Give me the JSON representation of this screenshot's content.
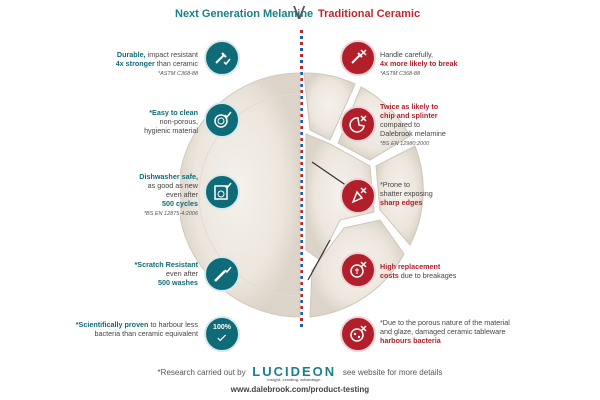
{
  "header": {
    "left_title": "Next Generation Melamine",
    "right_title": "Traditional Ceramic",
    "divider": "V"
  },
  "left_items": [
    {
      "bold": "Durable,",
      "line1_rest": " impact resistant",
      "bold2": "4x stronger",
      "line2_rest": " than ceramic",
      "note": "*ASTM C368-88",
      "icon": "hammer-check-icon"
    },
    {
      "bold": "*Easy to clean",
      "line2": "non-porous,",
      "line3": "hygienic material",
      "icon": "plate-check-icon"
    },
    {
      "bold": "Dishwasher safe,",
      "line2": "as good as new",
      "line3": "even after",
      "bold2": "500 cycles",
      "note": "*BS EN 12875-4:2006",
      "icon": "dishwasher-check-icon"
    },
    {
      "bold": "*Scratch Resistant",
      "line2": "even after",
      "bold2": "500 washes",
      "icon": "knife-check-icon"
    },
    {
      "bold": "*Scientifically proven",
      "line1_rest": " to harbour less",
      "line2": "bacteria than ceramic equivalent",
      "badge": "100%",
      "icon": "antibacterial-check-icon"
    }
  ],
  "right_items": [
    {
      "line1": "Handle carefully,",
      "bold": "4x more likely to break",
      "note": "*ASTM C368-88",
      "icon": "hammer-cross-icon"
    },
    {
      "bold": "Twice as likely to",
      "bold2": "chip and splinter",
      "line2": "compared to",
      "line3": "Dalebrook melamine",
      "note": "*BS EN 12980:2000",
      "icon": "chipped-plate-cross-icon"
    },
    {
      "line1": "*Prone to",
      "line2": "shatter exposing",
      "bold": "sharp edges",
      "icon": "shard-cross-icon"
    },
    {
      "bold": "High replacement",
      "bold2": "costs",
      "line2": " due to breakages",
      "icon": "cost-cross-icon"
    },
    {
      "line1": "*Due to the porous nature of the material",
      "line2": "and glaze, damaged ceramic tableware",
      "bold": "harbours bacteria",
      "icon": "bacteria-cross-icon"
    }
  ],
  "footer": {
    "prefix": "*Research carried out by",
    "logo": "LUCIDEON",
    "logo_tagline": "insight. creating. advantage.",
    "suffix": "see website for more details",
    "url": "www.dalebrook.com/product-testing"
  },
  "colors": {
    "teal": "#0f6b77",
    "red": "#b01f2a",
    "plate": "#ece6dd"
  }
}
